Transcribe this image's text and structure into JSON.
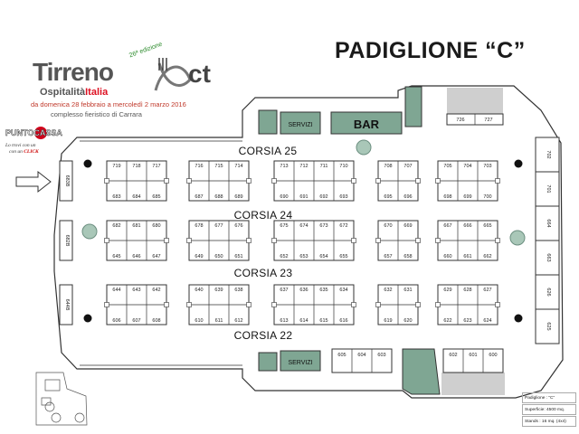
{
  "page_title": "PADIGLIONE “C”",
  "logo": {
    "brand": "Tirreno",
    "brand_suffix": "ct",
    "edition": "26ª edizione",
    "subtitle": "Ospitalità",
    "subtitle_it": "Italia",
    "dates": "da domenica 28 febbraio a mercoledì 2 marzo 2016",
    "venue": "complesso fieristico di Carrara"
  },
  "puntocassa": {
    "name": "PUNTOCASSA",
    "hint_line1": "Lo trovi con un",
    "hint_line2": "con un",
    "hint_click": "CLICK"
  },
  "corsie": [
    "CORSIA 25",
    "CORSIA 24",
    "CORSIA 23",
    "CORSIA 22"
  ],
  "facilities": {
    "servizi_top": "SERVIZI",
    "bar": "BAR",
    "servizi_bottom": "SERVIZI"
  },
  "info_box": {
    "padiglione": "Padiglione : “C”",
    "superficie": "Superficie: 4500 mq.",
    "stands": "Stands : 16 mq. (4x4)"
  },
  "stands": {
    "b1": {
      "top": [
        "719",
        "718",
        "717"
      ],
      "bot": [
        "683",
        "684",
        "685"
      ]
    },
    "b2": {
      "top": [
        "716",
        "715",
        "714"
      ],
      "bot": [
        "687",
        "688",
        "689"
      ]
    },
    "b3": {
      "top": [
        "713",
        "712",
        "711",
        "710"
      ],
      "bot": [
        "690",
        "691",
        "692",
        "693"
      ]
    },
    "b4": {
      "top": [
        "708",
        "707"
      ],
      "bot": [
        "695",
        "696"
      ]
    },
    "b5": {
      "top": [
        "705",
        "704",
        "703"
      ],
      "bot": [
        "698",
        "699",
        "700"
      ]
    },
    "b6": {
      "top": [
        "682",
        "681",
        "680"
      ],
      "bot": [
        "645",
        "646",
        "647"
      ]
    },
    "b7": {
      "top": [
        "678",
        "677",
        "676"
      ],
      "bot": [
        "649",
        "650",
        "651"
      ]
    },
    "b8": {
      "top": [
        "675",
        "674",
        "673",
        "672"
      ],
      "bot": [
        "652",
        "653",
        "654",
        "655"
      ]
    },
    "b9": {
      "top": [
        "670",
        "669"
      ],
      "bot": [
        "657",
        "658"
      ]
    },
    "b10": {
      "top": [
        "667",
        "666",
        "665"
      ],
      "bot": [
        "660",
        "661",
        "662"
      ]
    },
    "b11": {
      "top": [
        "644",
        "643",
        "642"
      ],
      "bot": [
        "606",
        "607",
        "608"
      ]
    },
    "b12": {
      "top": [
        "640",
        "639",
        "638"
      ],
      "bot": [
        "610",
        "611",
        "612"
      ]
    },
    "b13": {
      "top": [
        "637",
        "636",
        "635",
        "634"
      ],
      "bot": [
        "613",
        "614",
        "615",
        "616"
      ]
    },
    "b14": {
      "top": [
        "632",
        "631"
      ],
      "bot": [
        "619",
        "620"
      ]
    },
    "b15": {
      "top": [
        "629",
        "628",
        "627"
      ],
      "bot": [
        "622",
        "623",
        "624"
      ]
    },
    "b16": {
      "top": [
        "605",
        "604",
        "603"
      ]
    },
    "b17": {
      "top": [
        "602",
        "601",
        "600"
      ]
    },
    "b18": {
      "top": [
        "726",
        "727"
      ]
    },
    "left": [
      "683B",
      "682B",
      "644B"
    ],
    "right": [
      "702",
      "701",
      "664",
      "663",
      "626",
      "625"
    ]
  }
}
